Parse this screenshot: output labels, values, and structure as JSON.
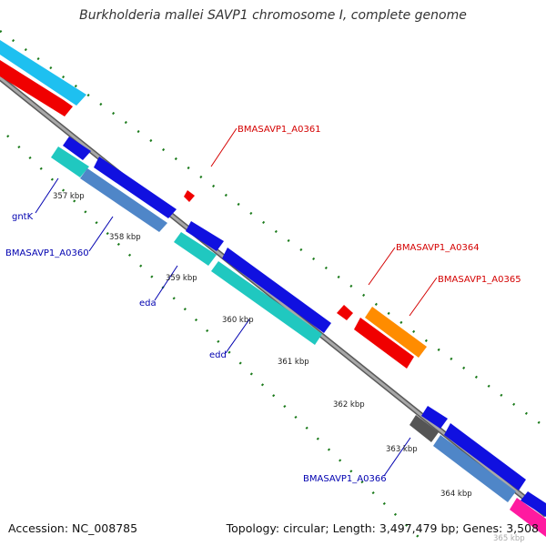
{
  "title": "Burkholderia mallei SAVP1 chromosome I, complete genome",
  "footer": {
    "accession": "Accession: NC_008785",
    "topology": "Topology: circular; Length: 3,497,479 bp; Genes: 3,508"
  },
  "kbp_ticks": [
    "357 kbp",
    "358 kbp",
    "359 kbp",
    "360 kbp",
    "361 kbp",
    "362 kbp",
    "363 kbp",
    "364 kbp",
    "365 kbp"
  ],
  "gene_labels": [
    "BMASAVP1_A0361",
    "BMASAVP1_A0364",
    "BMASAVP1_A0365",
    "gntK",
    "BMASAVP1_A0360",
    "eda",
    "edd",
    "BMASAVP1_A0366"
  ],
  "colors": {
    "backbone": "#8c8c8c",
    "forward_label": "#d40000",
    "reverse_label": "#0000b0",
    "tick": "#1a7a1a"
  }
}
